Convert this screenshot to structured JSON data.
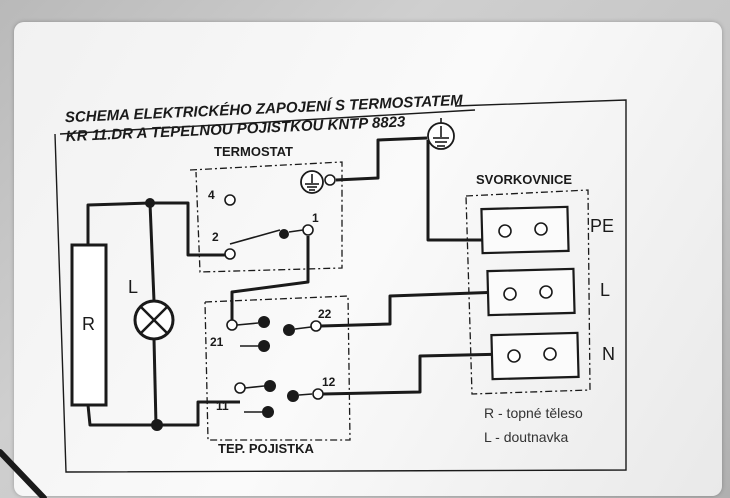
{
  "title": {
    "line1": "SCHEMA ELEKTRICKÉHO ZAPOJENÍ S TERMOSTATEM",
    "line2": "KR 11.DR A TEPELNOU POJISTKOU KNTP 8823"
  },
  "labels": {
    "termostat": "TERMOSTAT",
    "svorkovnice": "SVORKOVNICE",
    "tep_pojistka": "TEP. POJISTKA",
    "resistor": "R",
    "lamp": "L",
    "pe": "PE",
    "l": "L",
    "n": "N",
    "t4": "4",
    "t2": "2",
    "t1": "1",
    "t21": "21",
    "t22": "22",
    "t11": "11",
    "t12": "12"
  },
  "legend": {
    "r": "R - topné těleso",
    "l": "L - doutnavka"
  },
  "icons": {
    "ground": "ground-icon",
    "lamp": "signal-lamp-icon",
    "resistor": "heating-element-icon"
  }
}
